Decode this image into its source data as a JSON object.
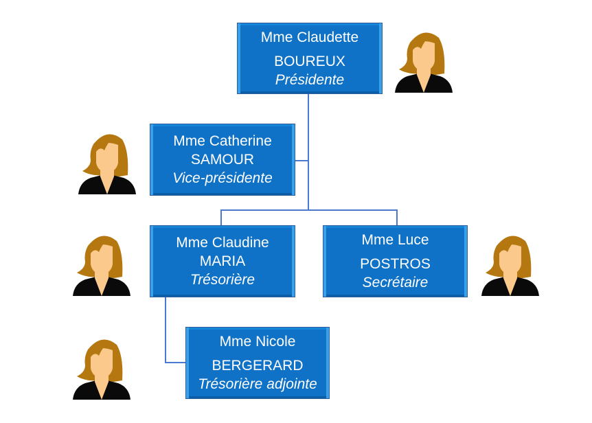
{
  "colors": {
    "box_fill": "#0f72c6",
    "box_text": "#ffffff",
    "connector": "#4a78d0",
    "hair": "#b5770f",
    "skin": "#fbc98c",
    "jacket": "#0a0a0a"
  },
  "members": [
    {
      "id": "president",
      "first": "Mme Claudette",
      "last": "BOUREUX",
      "role": "Présidente",
      "avatar_icon": "woman-avatar-icon"
    },
    {
      "id": "vice-president",
      "first": "Mme Catherine",
      "last": "SAMOUR",
      "role": "Vice-présidente",
      "avatar_icon": "woman-avatar-icon"
    },
    {
      "id": "treasurer",
      "first": "Mme Claudine",
      "last": "MARIA",
      "role": "Trésorière",
      "avatar_icon": "woman-avatar-icon"
    },
    {
      "id": "secretary",
      "first": "Mme Luce",
      "last": "POSTROS",
      "role": "Secrétaire",
      "avatar_icon": "woman-avatar-icon"
    },
    {
      "id": "assistant-treasurer",
      "first": "Mme Nicole",
      "last": "BERGERARD",
      "role": "Trésorière adjointe",
      "avatar_icon": "woman-avatar-icon"
    }
  ],
  "hierarchy": [
    {
      "from": "president",
      "to": "vice-president"
    },
    {
      "from": "president",
      "to": "treasurer"
    },
    {
      "from": "president",
      "to": "secretary"
    },
    {
      "from": "treasurer",
      "to": "assistant-treasurer"
    }
  ]
}
